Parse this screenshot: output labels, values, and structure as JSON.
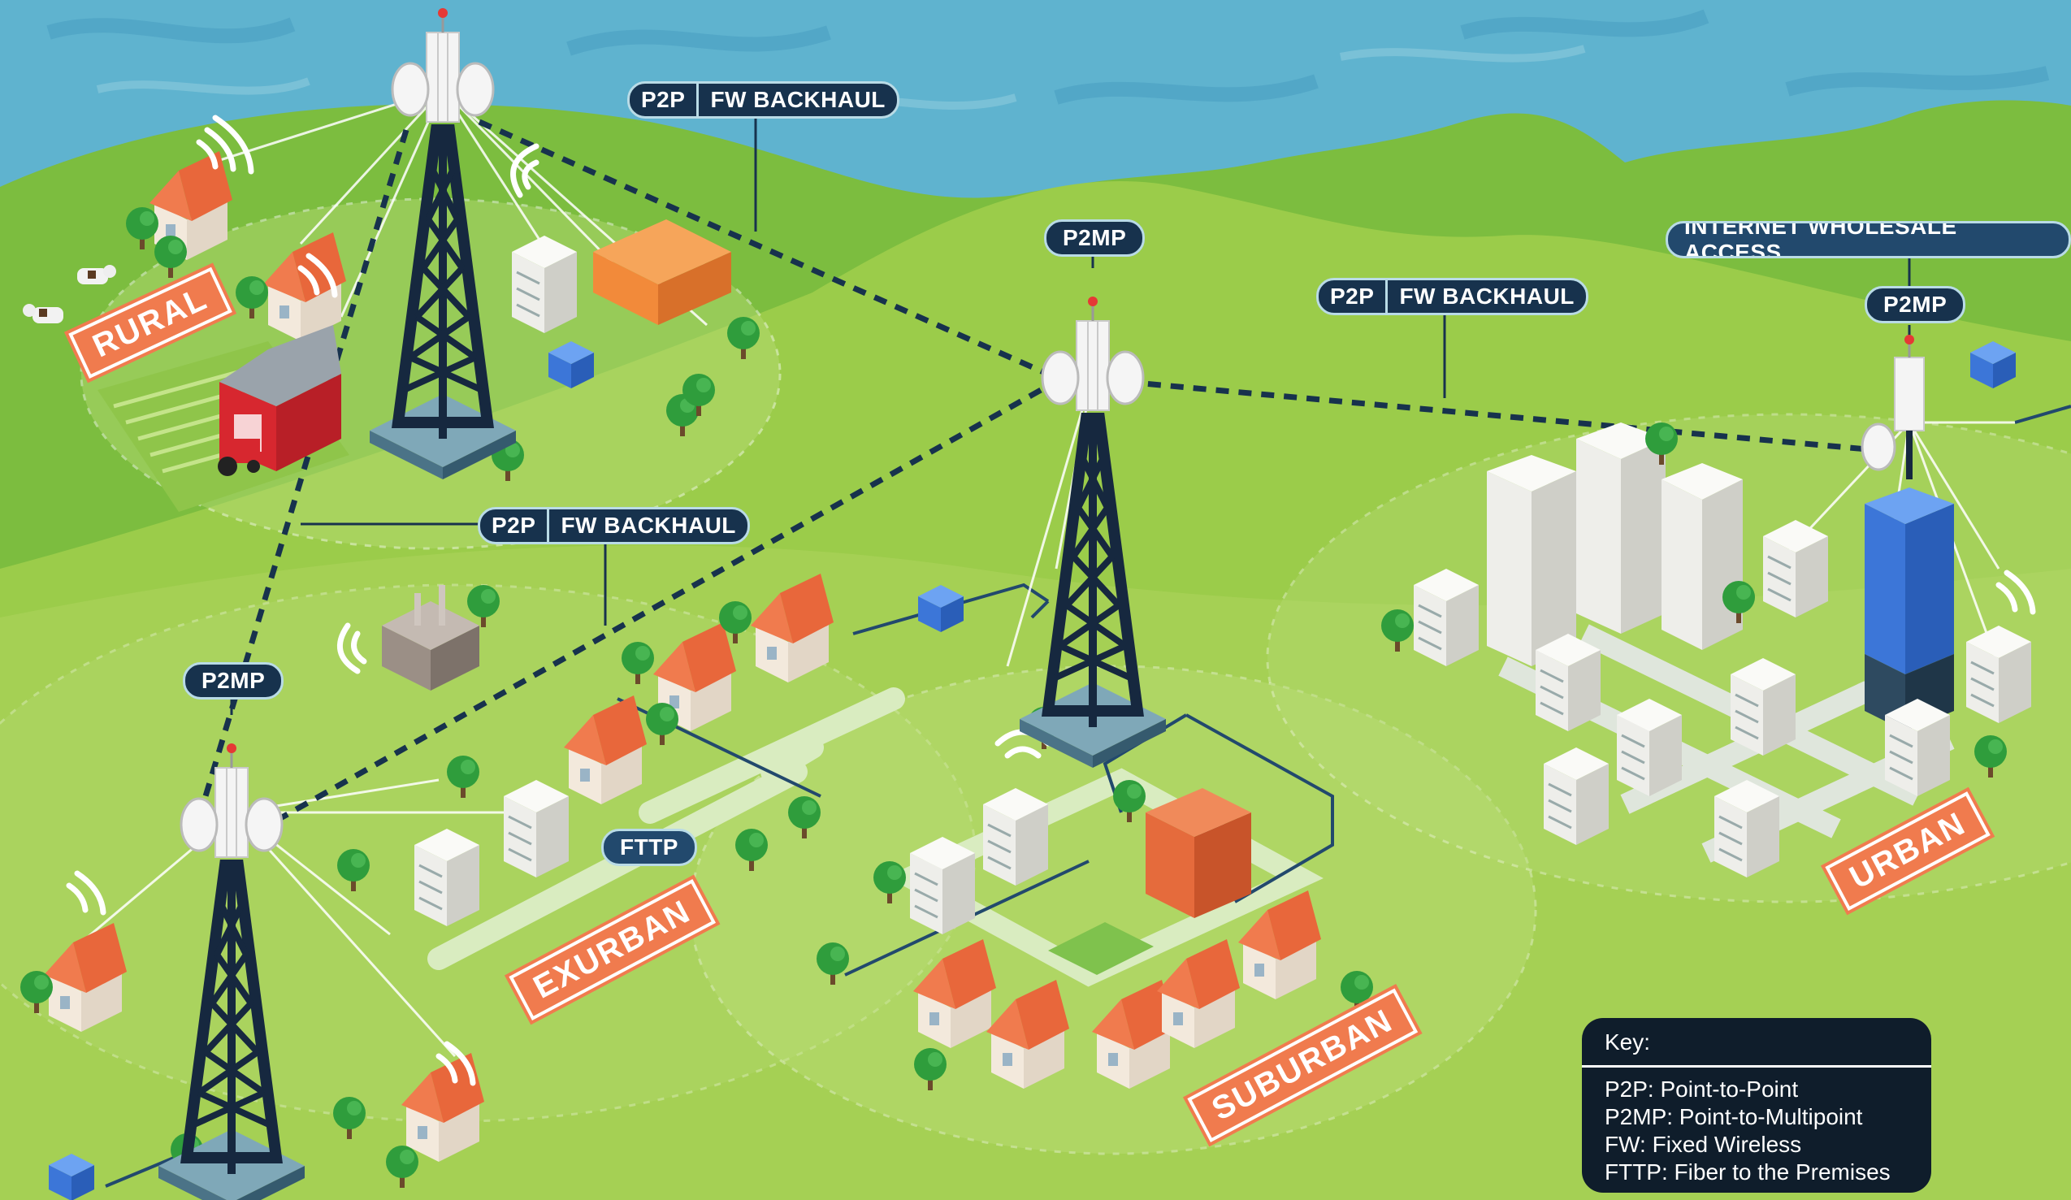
{
  "labels": {
    "backhaul_top": {
      "a": "P2P",
      "b": "FW BACKHAUL"
    },
    "backhaul_mid": {
      "a": "P2P",
      "b": "FW BACKHAUL"
    },
    "backhaul_right": {
      "a": "P2P",
      "b": "FW BACKHAUL"
    },
    "p2mp_center": "P2MP",
    "p2mp_left": "P2MP",
    "p2mp_right": "P2MP",
    "internet_access": "INTERNET WHOLESALE ACCESS",
    "fttp": "FTTP"
  },
  "signs": {
    "rural": "RURAL",
    "exurban": "EXURBAN",
    "suburban": "SUBURBAN",
    "urban": "URBAN"
  },
  "key": {
    "title": "Key:",
    "items": [
      "P2P: Point-to-Point",
      "P2MP: Point-to-Multipoint",
      "FW: Fixed Wireless",
      "FTTP: Fiber to the Premises"
    ]
  },
  "colors": {
    "sky": "#5fb3cf",
    "hill": "#7cbd3f",
    "grass_light": "#a9d258",
    "tower": "#16283f",
    "house_roof": "#f07b4e",
    "label_bg": "#17324d",
    "key_bg": "#0f1d2b"
  }
}
